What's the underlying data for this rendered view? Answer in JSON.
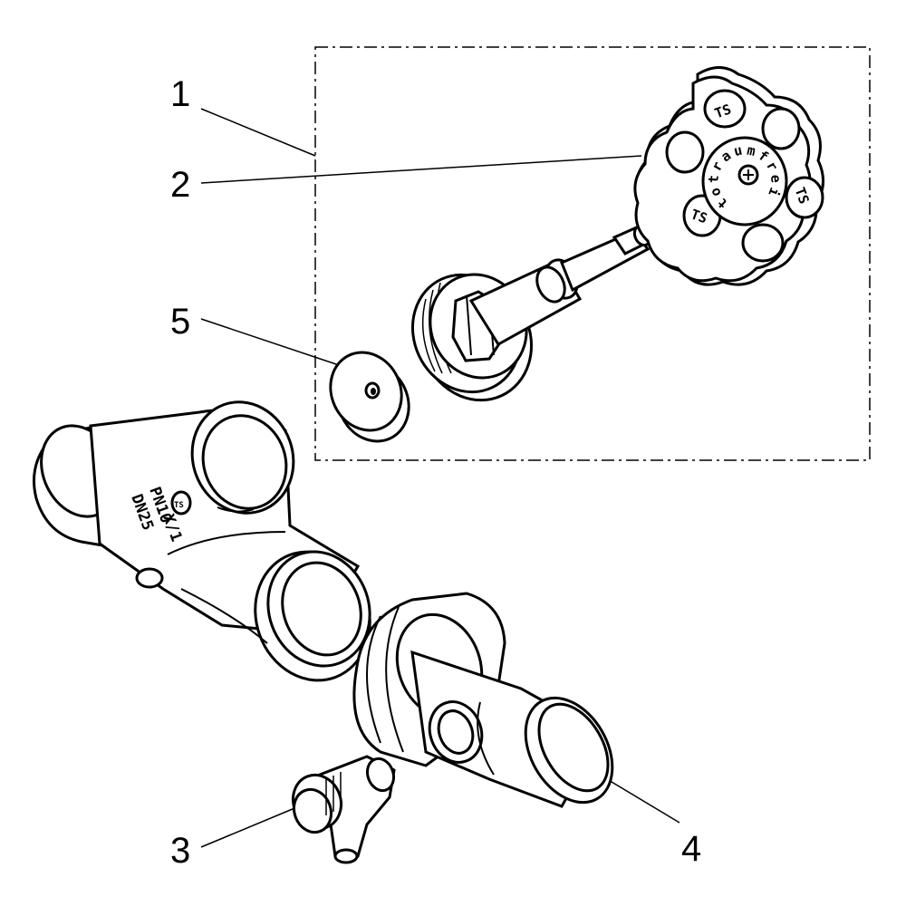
{
  "callouts": [
    {
      "number": "1",
      "part": "upper-part-assembly"
    },
    {
      "number": "2",
      "part": "handwheel"
    },
    {
      "number": "3",
      "part": "drain-valve"
    },
    {
      "number": "4",
      "part": "union-connector"
    },
    {
      "number": "5",
      "part": "valve-disc"
    }
  ],
  "handwheel": {
    "rim_text": [
      "t",
      "o",
      "t",
      "r",
      "a",
      "u",
      "m",
      "f",
      "r",
      "e",
      "i"
    ],
    "logo": "TS"
  },
  "valve_body": {
    "marking_lines": [
      "PN10",
      "DN25",
      "X/1"
    ],
    "logo": "TS"
  },
  "colors": {
    "line": "#000000",
    "background": "#ffffff"
  }
}
